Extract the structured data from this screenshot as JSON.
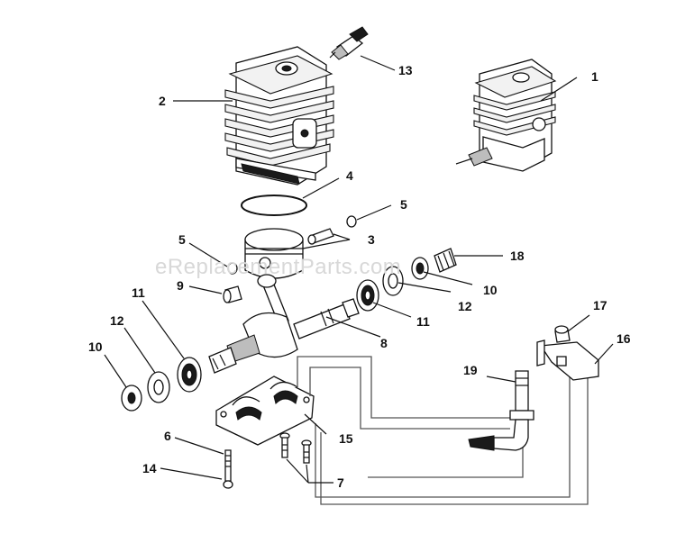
{
  "watermark": "eReplacementParts.com",
  "callouts": {
    "c1": "1",
    "c2": "2",
    "c3": "3",
    "c4": "4",
    "c5a": "5",
    "c5b": "5",
    "c6": "6",
    "c7": "7",
    "c8": "8",
    "c9": "9",
    "c10a": "10",
    "c10b": "10",
    "c11a": "11",
    "c11b": "11",
    "c12a": "12",
    "c12b": "12",
    "c13": "13",
    "c14": "14",
    "c15": "15",
    "c16": "16",
    "c17": "17",
    "c18": "18",
    "c19": "19"
  },
  "colors": {
    "ink": "#111111",
    "watermark": "#d8d8d8",
    "background": "#ffffff"
  }
}
